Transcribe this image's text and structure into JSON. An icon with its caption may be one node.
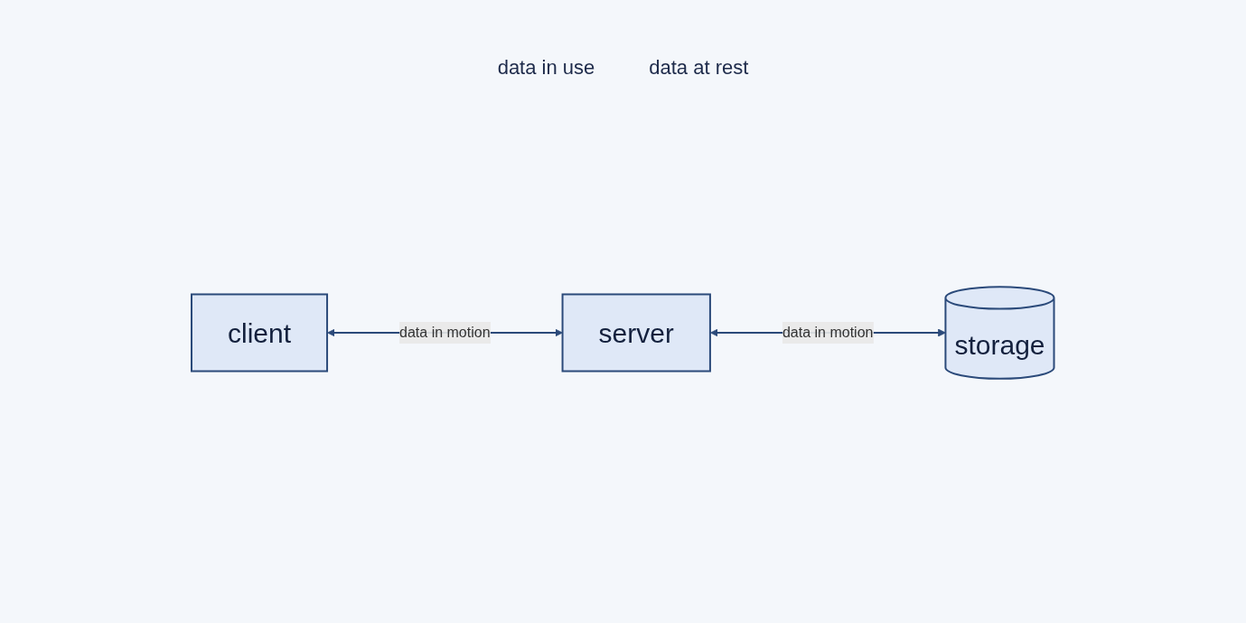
{
  "diagram": {
    "nodes": [
      {
        "text": [
          "client"
        ]
      },
      {
        "text": [
          "server"
        ]
      },
      {
        "text": [
          "storage"
        ]
      }
    ],
    "edges": [
      {
        "from": 0,
        "to": 1,
        "arrow": "both",
        "label": "data in motion"
      },
      {
        "from": 1,
        "to": 2,
        "arrow": "both",
        "label": "data in motion"
      }
    ],
    "labels": [
      "data in use",
      "data at rest"
    ]
  }
}
